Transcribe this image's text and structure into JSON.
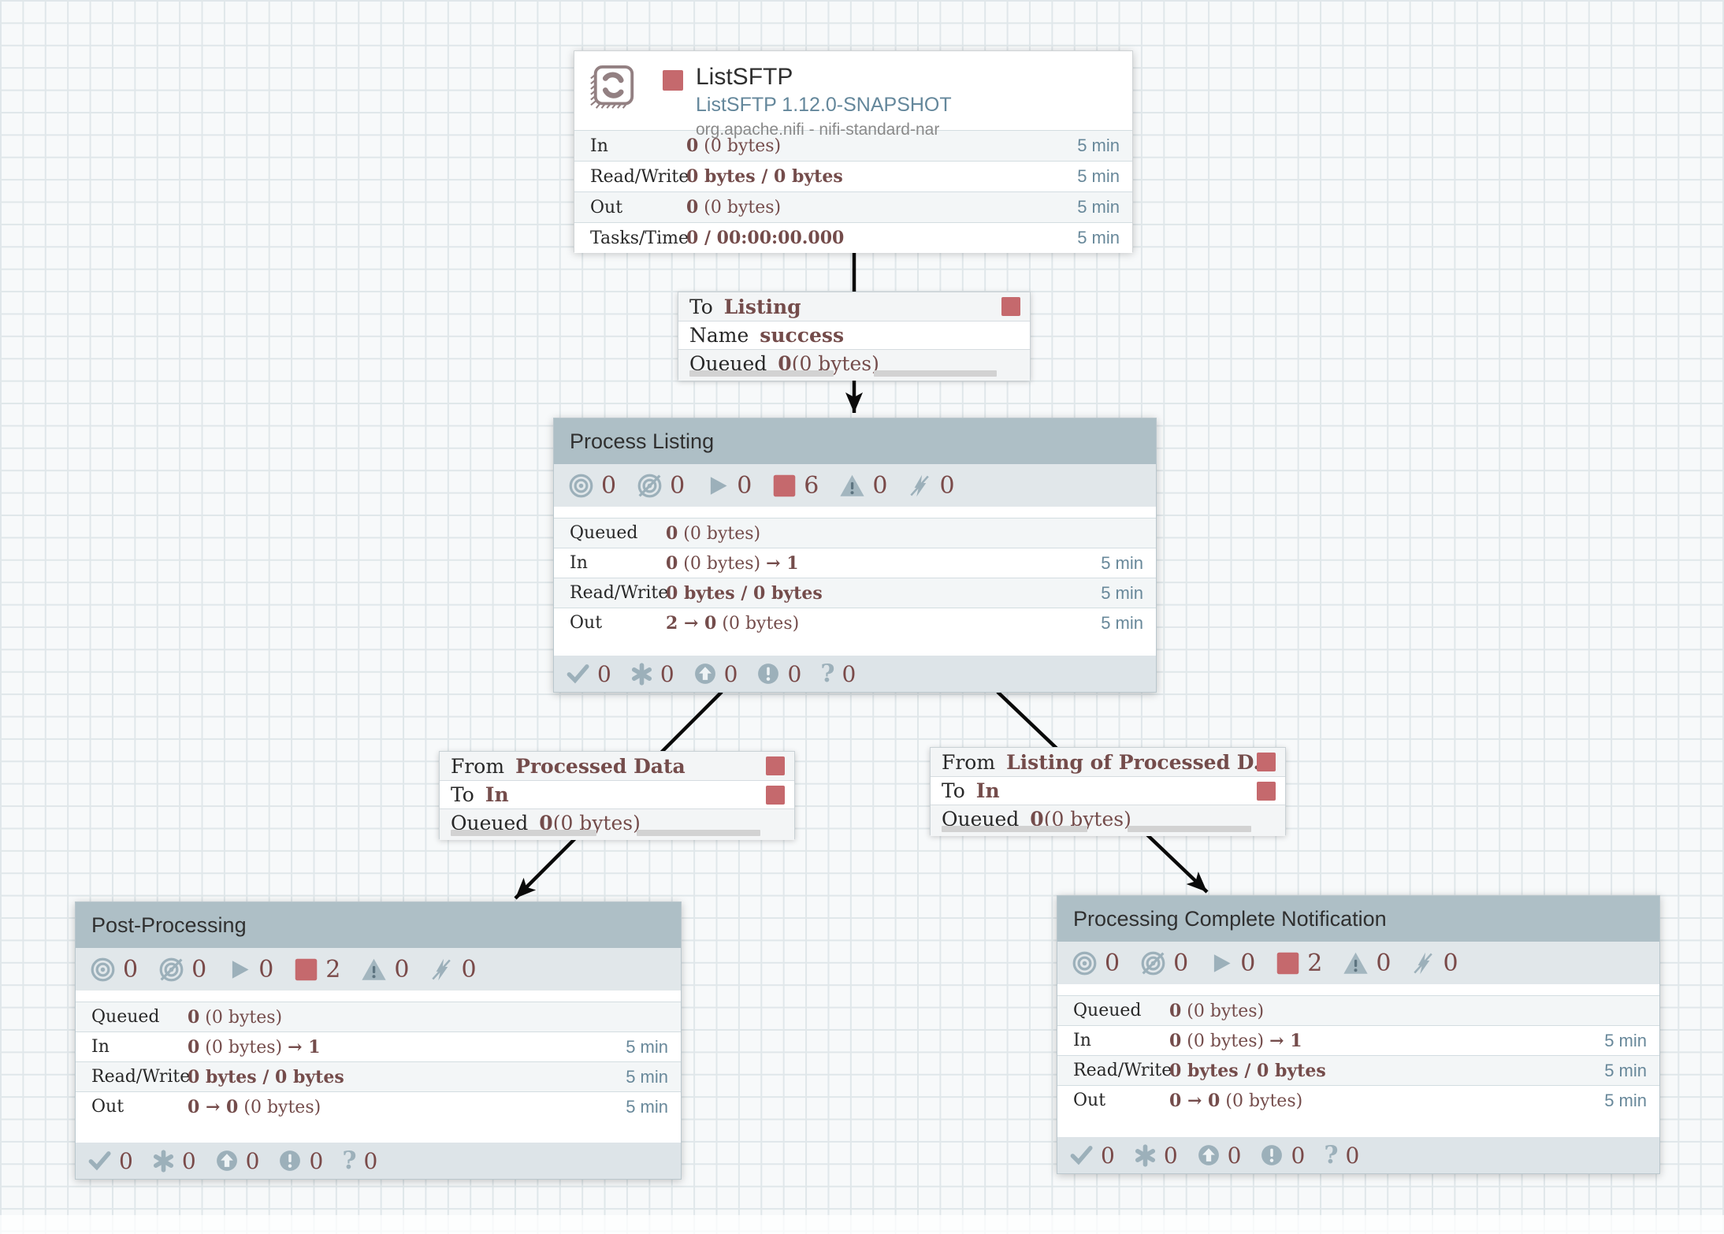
{
  "colors": {
    "accent_red": "#c5696d",
    "value_maroon": "#744c4b",
    "status_icon_blue": "#9cb0ba",
    "window_blue": "#68889a",
    "group_header": "#aebfc6"
  },
  "processor": {
    "name": "ListSFTP",
    "type": "ListSFTP 1.12.0-SNAPSHOT",
    "bundle": "org.apache.nifi - nifi-standard-nar",
    "stats": [
      {
        "label": "In",
        "b1": "0",
        "r": " (0 bytes)",
        "b2": "",
        "window": "5 min"
      },
      {
        "label": "Read/Write",
        "b1": "0 bytes / 0 bytes",
        "r": "",
        "b2": "",
        "window": "5 min"
      },
      {
        "label": "Out",
        "b1": "0",
        "r": " (0 bytes)",
        "b2": "",
        "window": "5 min"
      },
      {
        "label": "Tasks/Time",
        "b1": "0 / 00:00:00.000",
        "r": "",
        "b2": "",
        "window": "5 min"
      }
    ]
  },
  "connections": [
    {
      "rows": [
        {
          "label": "To",
          "value": "Listing",
          "square": true
        },
        {
          "label": "Name",
          "value": "success",
          "square": false
        }
      ],
      "queued": {
        "label": "Queued",
        "bold": "0",
        "rest": " (0 bytes)"
      }
    },
    {
      "rows": [
        {
          "label": "From",
          "value": "Processed Data",
          "square": true
        },
        {
          "label": "To",
          "value": "In",
          "square": true
        }
      ],
      "queued": {
        "label": "Queued",
        "bold": "0",
        "rest": " (0 bytes)"
      }
    },
    {
      "rows": [
        {
          "label": "From",
          "value": "Listing of Processed D...",
          "square": true
        },
        {
          "label": "To",
          "value": "In",
          "square": true
        }
      ],
      "queued": {
        "label": "Queued",
        "bold": "0",
        "rest": " (0 bytes)"
      }
    }
  ],
  "groups": [
    {
      "title": "Process Listing",
      "status": {
        "transmitting": "0",
        "not_transmitting": "0",
        "running": "0",
        "stopped": "6",
        "invalid": "0",
        "disabled": "0"
      },
      "stats": [
        {
          "label": "Queued",
          "b1": "0",
          "r": " (0 bytes)",
          "b2": "",
          "window": ""
        },
        {
          "label": "In",
          "b1": "0",
          "r": " (0 bytes) ",
          "b2": "→ 1",
          "window": "5 min"
        },
        {
          "label": "Read/Write",
          "b1": "0 bytes / 0 bytes",
          "r": "",
          "b2": "",
          "window": "5 min"
        },
        {
          "label": "Out",
          "b1": "2 → 0",
          "r": " (0 bytes)",
          "b2": "",
          "window": "5 min"
        }
      ],
      "versioned": {
        "up_to_date": "0",
        "locally_modified": "0",
        "stale": "0",
        "locally_modified_and_stale": "0",
        "sync_failure": "0"
      }
    },
    {
      "title": "Post-Processing",
      "status": {
        "transmitting": "0",
        "not_transmitting": "0",
        "running": "0",
        "stopped": "2",
        "invalid": "0",
        "disabled": "0"
      },
      "stats": [
        {
          "label": "Queued",
          "b1": "0",
          "r": " (0 bytes)",
          "b2": "",
          "window": ""
        },
        {
          "label": "In",
          "b1": "0",
          "r": " (0 bytes) ",
          "b2": "→ 1",
          "window": "5 min"
        },
        {
          "label": "Read/Write",
          "b1": "0 bytes / 0 bytes",
          "r": "",
          "b2": "",
          "window": "5 min"
        },
        {
          "label": "Out",
          "b1": "0 → 0",
          "r": " (0 bytes)",
          "b2": "",
          "window": "5 min"
        }
      ],
      "versioned": {
        "up_to_date": "0",
        "locally_modified": "0",
        "stale": "0",
        "locally_modified_and_stale": "0",
        "sync_failure": "0"
      }
    },
    {
      "title": "Processing Complete Notification",
      "status": {
        "transmitting": "0",
        "not_transmitting": "0",
        "running": "0",
        "stopped": "2",
        "invalid": "0",
        "disabled": "0"
      },
      "stats": [
        {
          "label": "Queued",
          "b1": "0",
          "r": " (0 bytes)",
          "b2": "",
          "window": ""
        },
        {
          "label": "In",
          "b1": "0",
          "r": " (0 bytes) ",
          "b2": "→ 1",
          "window": "5 min"
        },
        {
          "label": "Read/Write",
          "b1": "0 bytes / 0 bytes",
          "r": "",
          "b2": "",
          "window": "5 min"
        },
        {
          "label": "Out",
          "b1": "0 → 0",
          "r": " (0 bytes)",
          "b2": "",
          "window": "5 min"
        }
      ],
      "versioned": {
        "up_to_date": "0",
        "locally_modified": "0",
        "stale": "0",
        "locally_modified_and_stale": "0",
        "sync_failure": "0"
      }
    }
  ],
  "status_icon_names": [
    "transmitting-icon",
    "not-transmitting-icon",
    "running-icon",
    "stopped-icon",
    "invalid-icon",
    "disabled-icon"
  ],
  "versioned_icon_names": [
    "up-to-date-icon",
    "locally-modified-icon",
    "stale-icon",
    "locally-modified-stale-icon",
    "sync-failure-icon"
  ]
}
